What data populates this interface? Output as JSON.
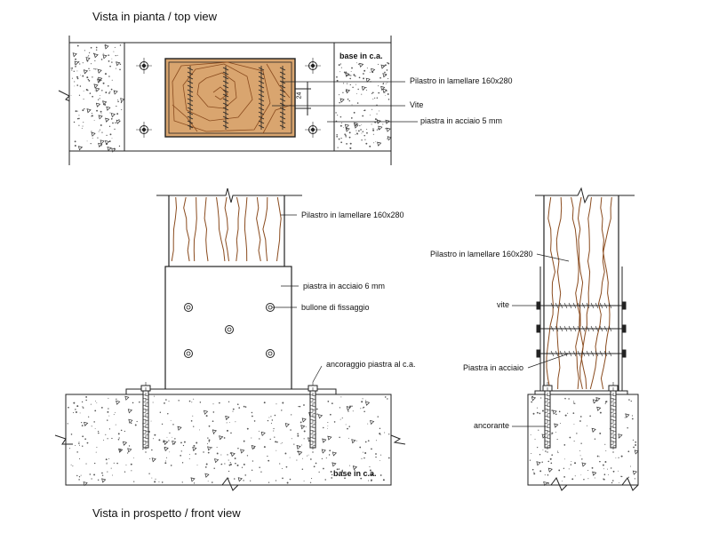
{
  "titles": {
    "top": "Vista in pianta  /  top view",
    "front": "Vista in prospetto  /  front view"
  },
  "top_view": {
    "base": "base in c.a.",
    "column": "Pilastro in lamellare 160x280",
    "screw": "Vite",
    "plate": "piastra in acciaio 5 mm",
    "dimension": "24"
  },
  "front_view": {
    "column": "Pilastro in lamellare 160x280",
    "plate": "piastra in acciaio 6 mm",
    "bolt": "bullone di fissaggio",
    "anchor": "ancoraggio piastra al c.a.",
    "base": "base in c.a."
  },
  "side_view": {
    "column": "Pilastro in lamellare 160x280",
    "screw": "vite",
    "plate": "Piastra in acciaio",
    "anchor": "ancorante"
  },
  "colors": {
    "wood_fill": "#d9a56f",
    "wood_grain": "#8a4b1e",
    "line": "#222222",
    "concrete_speckle": "#555555"
  }
}
